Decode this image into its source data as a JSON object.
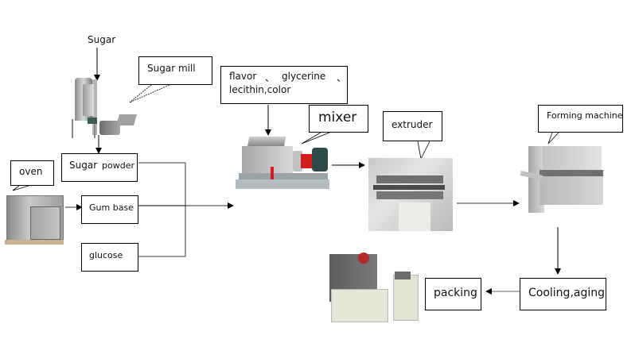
{
  "diagram": {
    "type": "process-flow",
    "title": "Chewing gum production line",
    "nodes": {
      "sugar": "Sugar",
      "sugar_mill": "Sugar mill",
      "sugar_powder_a": "Sugar",
      "sugar_powder_b": "powder",
      "oven": "oven",
      "gum_base": "Gum base",
      "glucose": "glucose",
      "additives_line1a": "flavor",
      "additives_sep1": "、",
      "additives_line1b": "glycerine",
      "additives_sep2": "、",
      "additives_line2": "lecithin,color",
      "mixer": "mixer",
      "extruder": "extruder",
      "forming_machine": "Forming machine",
      "cooling_aging": "Cooling,aging",
      "packing": "packing"
    },
    "edges": [
      {
        "from": "Sugar",
        "to": "Sugar mill"
      },
      {
        "from": "Sugar mill",
        "to": "Sugar powder"
      },
      {
        "from": "oven",
        "to": "Gum base"
      },
      {
        "from": "Sugar powder",
        "to": "mixer"
      },
      {
        "from": "Gum base",
        "to": "mixer"
      },
      {
        "from": "glucose",
        "to": "mixer"
      },
      {
        "from": "flavor, glycerine, lecithin, color",
        "to": "mixer"
      },
      {
        "from": "mixer",
        "to": "extruder"
      },
      {
        "from": "extruder",
        "to": "Forming machine"
      },
      {
        "from": "Forming machine",
        "to": "Cooling,aging"
      },
      {
        "from": "Cooling,aging",
        "to": "packing"
      }
    ]
  }
}
